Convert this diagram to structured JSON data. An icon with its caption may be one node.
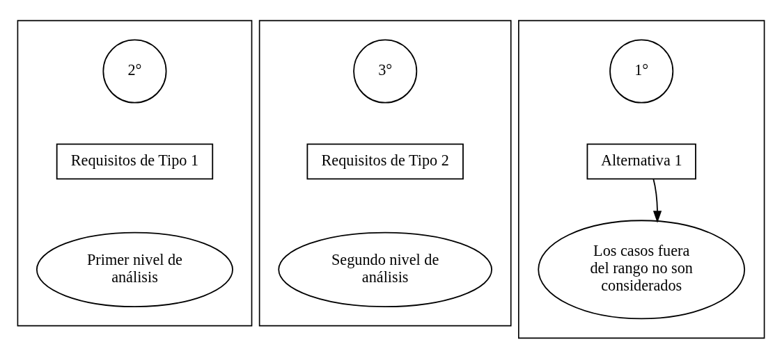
{
  "diagram": {
    "nodes": [
      {
        "text": [],
        "shape": "box"
      },
      {
        "text": [
          "2°"
        ],
        "in": 0
      },
      {
        "text": [
          "Requisitos de Tipo 1"
        ],
        "in": 0
      },
      {
        "text": [
          "Primer nivel de análisis"
        ],
        "in": 0
      },
      {
        "text": [],
        "shape": "box"
      },
      {
        "text": [
          "3°"
        ],
        "in": 4
      },
      {
        "text": [
          "Requisitos de Tipo 2"
        ],
        "in": 4
      },
      {
        "text": [
          "Segundo nivel de análisis"
        ],
        "in": 4
      },
      {
        "text": [],
        "shape": "box"
      },
      {
        "text": [
          "1°"
        ],
        "in": 8
      },
      {
        "text": [
          "Alternativa 1"
        ],
        "in": 8
      },
      {
        "text": [
          "Los casos fuera del rango no son considerados"
        ],
        "in": 8
      }
    ],
    "edges": [
      {
        "from": 10,
        "to": 11,
        "arrow": "to"
      }
    ]
  }
}
